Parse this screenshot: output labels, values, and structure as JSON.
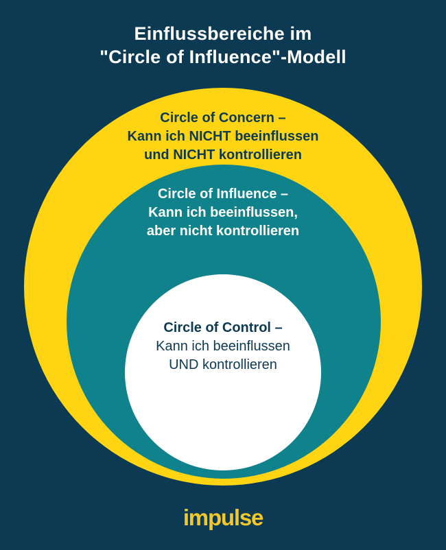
{
  "colors": {
    "background": "#0C3A52",
    "yellow": "#FFD513",
    "teal": "#0F828C",
    "white": "#FFFFFF",
    "navy_text": "#0C3A52",
    "logo_yellow": "#F5C829"
  },
  "title": {
    "line1": "Einflussbereiche im",
    "line2": "\"Circle of Influence\"-Modell"
  },
  "circles": {
    "concern": {
      "heading": "Circle of Concern –",
      "line2": "Kann ich NICHT beeinflussen",
      "line3": "und NICHT kontrollieren"
    },
    "influence": {
      "heading": "Circle of Influence –",
      "line2": "Kann ich beeinflussen,",
      "line3": "aber nicht kontrollieren"
    },
    "control": {
      "heading": "Circle of Control –",
      "line2": "Kann ich beeinflussen",
      "line3": "UND kontrollieren"
    }
  },
  "logo": {
    "text": "impulse"
  }
}
